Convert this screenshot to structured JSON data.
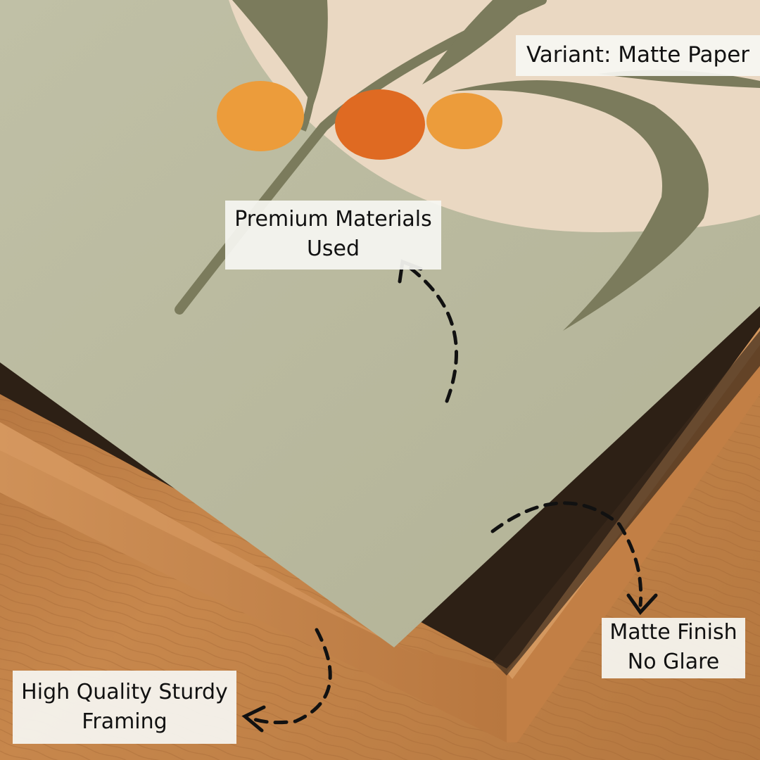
{
  "image": {
    "subject": "corner of a framed matte art print lying on a wooden table",
    "artwork_colors": {
      "background": "#b8b89d",
      "sun_disc": "#ead8c2",
      "leaves": "#7b7b5c",
      "fruit_light": "#ec9c3b",
      "fruit_dark": "#df6a22"
    },
    "frame_color": "#c98a4e",
    "table_color": "#b8783f"
  },
  "labels": {
    "variant": "Variant: Matte Paper",
    "premium_line1": "Premium Materials",
    "premium_line2": "Used",
    "matte_line1": "Matte Finish",
    "matte_line2": "No Glare",
    "framing_line1": "High Quality Sturdy",
    "framing_line2": "Framing"
  },
  "icons": [
    "dashed-curved-arrow-icon",
    "dashed-curved-arrow-icon",
    "dashed-curved-arrow-icon"
  ]
}
